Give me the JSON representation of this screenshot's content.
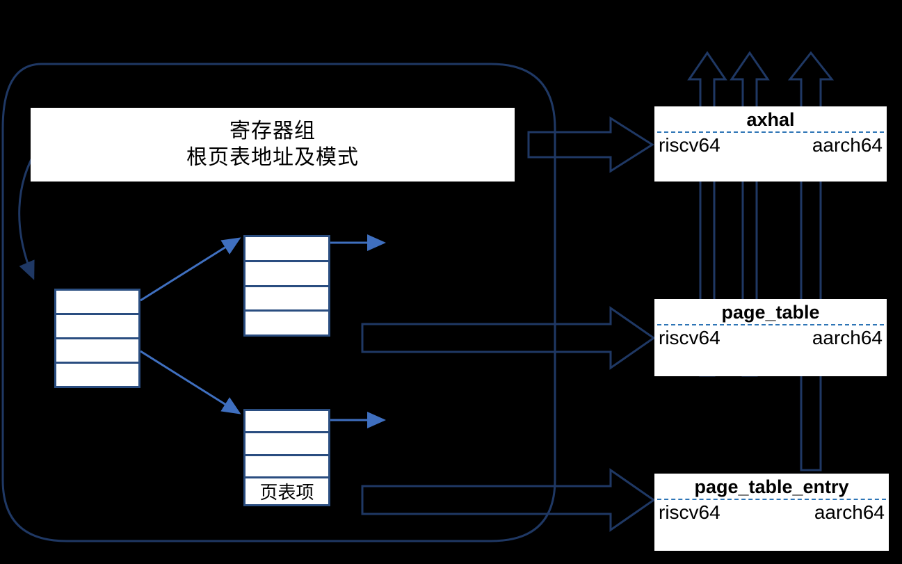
{
  "diagram": {
    "title": "page table architecture diagram",
    "colors": {
      "background": "#000000",
      "outline_navy": "#1f3864",
      "table_blue": "#2a4d80",
      "thin_arrow_blue": "#3f6fbf",
      "dashed_divider": "#2e75b6",
      "panel_fill": "#ffffff",
      "text_black": "#000000"
    }
  },
  "register_box": {
    "name": "register-group-box",
    "line1": "寄存器组",
    "line2": "根页表地址及模式"
  },
  "modules": [
    {
      "id": "axhal",
      "title": "axhal",
      "archs": [
        "riscv64",
        "aarch64"
      ]
    },
    {
      "id": "page_table",
      "title": "page_table",
      "archs": [
        "riscv64",
        "aarch64"
      ]
    },
    {
      "id": "page_table_entry",
      "title": "page_table_entry",
      "archs": [
        "riscv64",
        "aarch64"
      ]
    }
  ],
  "tables": [
    {
      "id": "root-page-table",
      "rows": [
        "",
        "",
        "",
        ""
      ]
    },
    {
      "id": "second-level-page-table",
      "rows": [
        "",
        "",
        "",
        ""
      ]
    },
    {
      "id": "third-level-page-table",
      "rows": [
        "",
        "",
        "",
        "页表项"
      ]
    }
  ],
  "connectors": {
    "block_arrows": [
      {
        "id": "block-arrow-axhal",
        "direction": "right"
      },
      {
        "id": "block-arrow-page-table",
        "direction": "right"
      },
      {
        "id": "block-arrow-page-table-entry",
        "direction": "right"
      }
    ],
    "up_arrows": [
      {
        "id": "up-arrow-left"
      },
      {
        "id": "up-arrow-middle"
      },
      {
        "id": "up-arrow-right"
      }
    ],
    "thin_arrows": [
      {
        "id": "curved-arrow-register-to-root"
      },
      {
        "id": "arrow-root-to-second-level"
      },
      {
        "id": "arrow-root-to-third-level"
      },
      {
        "id": "arrow-second-level-out"
      },
      {
        "id": "arrow-third-level-out"
      }
    ],
    "enclosure": {
      "id": "rounded-boundary"
    }
  }
}
